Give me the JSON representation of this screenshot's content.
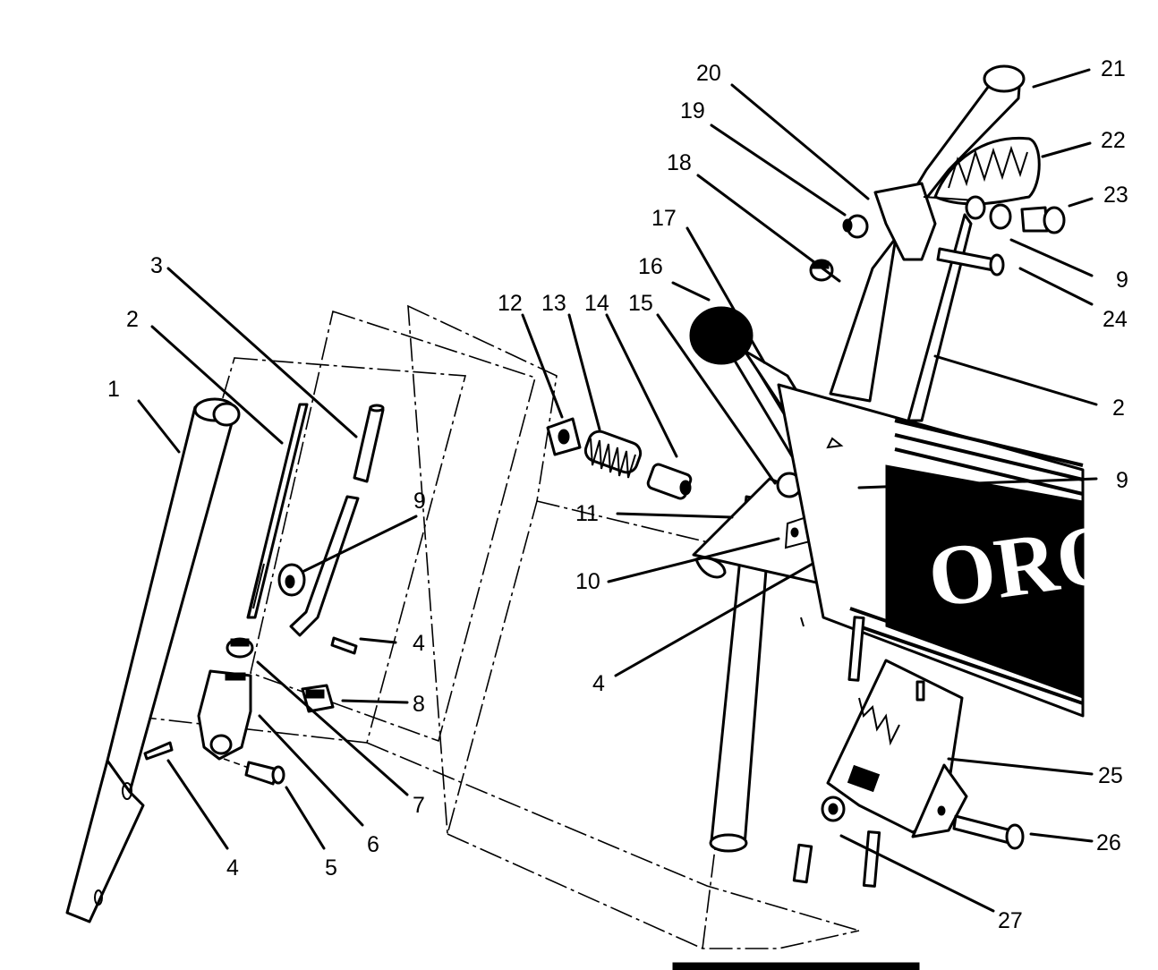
{
  "brand_text": "ORO",
  "callouts": [
    {
      "number": "1"
    },
    {
      "number": "2"
    },
    {
      "number": "3"
    },
    {
      "number": "2"
    },
    {
      "number": "9"
    },
    {
      "number": "4"
    },
    {
      "number": "8"
    },
    {
      "number": "7"
    },
    {
      "number": "6"
    },
    {
      "number": "5"
    },
    {
      "number": "4"
    },
    {
      "number": "12"
    },
    {
      "number": "13"
    },
    {
      "number": "14"
    },
    {
      "number": "15"
    },
    {
      "number": "16"
    },
    {
      "number": "17"
    },
    {
      "number": "18"
    },
    {
      "number": "19"
    },
    {
      "number": "20"
    },
    {
      "number": "21"
    },
    {
      "number": "22"
    },
    {
      "number": "23"
    },
    {
      "number": "9"
    },
    {
      "number": "24"
    },
    {
      "number": "9"
    },
    {
      "number": "11"
    },
    {
      "number": "10"
    },
    {
      "number": "4"
    },
    {
      "number": "25"
    },
    {
      "number": "26"
    },
    {
      "number": "27"
    }
  ]
}
